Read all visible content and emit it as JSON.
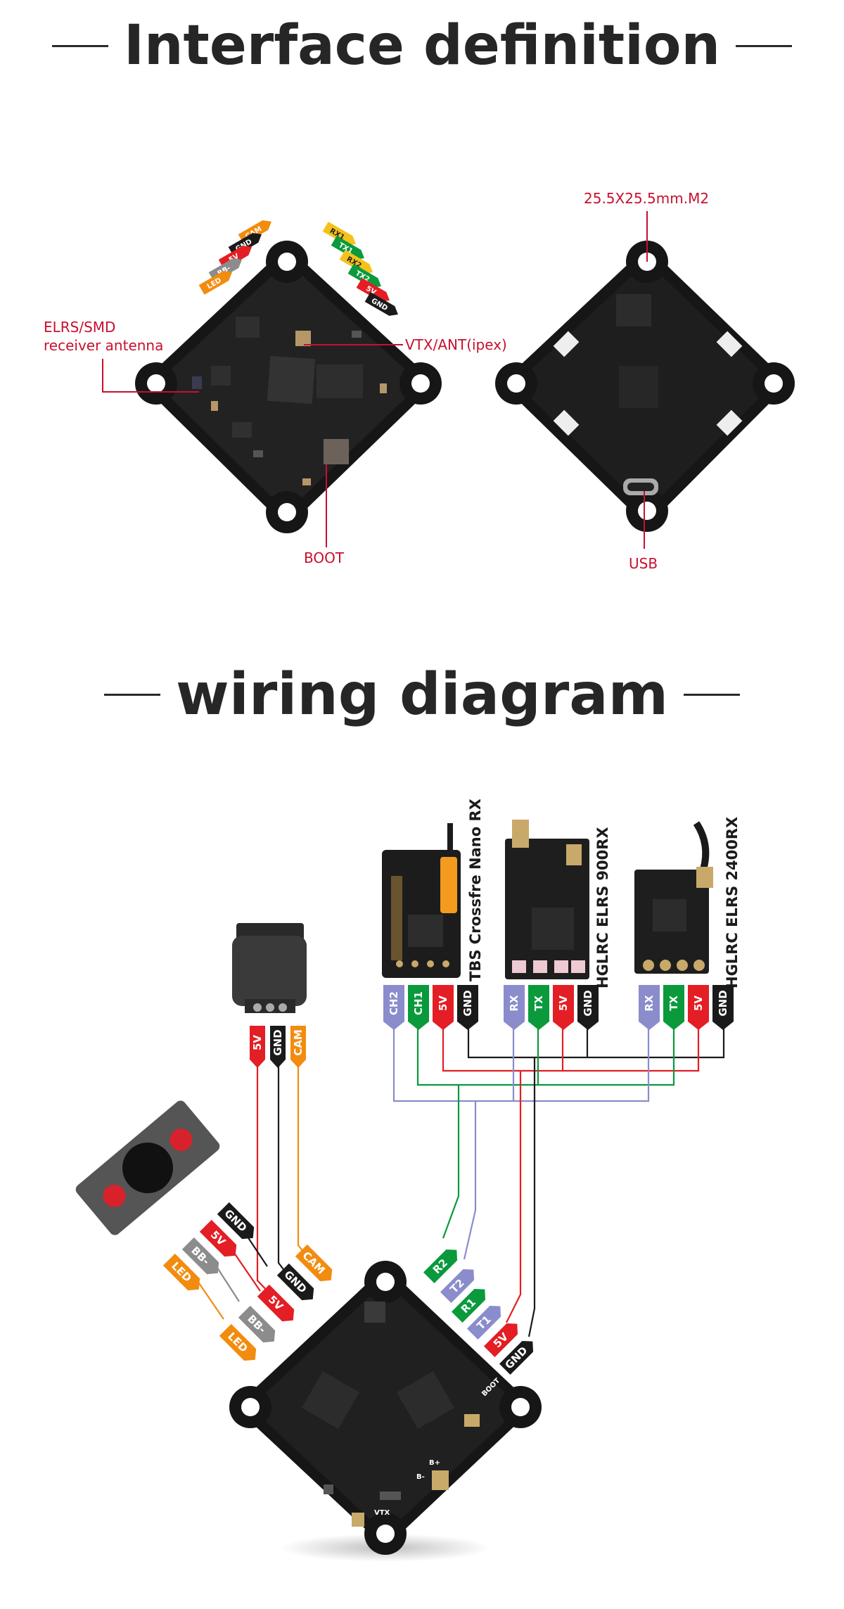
{
  "titles": {
    "interface": "Interface definition",
    "wiring": "wiring diagram"
  },
  "interface_labels": {
    "elrs_line1": "ELRS/SMD",
    "elrs_line2": "receiver antenna",
    "vtx_ant": "VTX/ANT(ipex)",
    "boot": "BOOT",
    "mount": "25.5X25.5mm.M2",
    "usb": "USB"
  },
  "board_front_tags_left": [
    "CAM",
    "GND",
    "5V",
    "BB-",
    "LED"
  ],
  "board_front_tags_right": [
    "RX1",
    "TX1",
    "RX2",
    "TX2",
    "5V",
    "GND"
  ],
  "receivers": {
    "tbs": "TBS Crossfre Nano RX",
    "elrs900": "HGLRC ELRS  900RX",
    "elrs2400": "HGLRC ELRS  2400RX"
  },
  "rx_pins": {
    "tbs": [
      "CH2",
      "CH1",
      "5V",
      "GND"
    ],
    "elrs900": [
      "RX",
      "TX",
      "5V",
      "GND"
    ],
    "elrs2400": [
      "RX",
      "TX",
      "5V",
      "GND"
    ]
  },
  "camera_pins": [
    "5V",
    "GND",
    "CAM"
  ],
  "fc_cam_tags": [
    "GND",
    "5V",
    "BB-",
    "LED",
    "5V",
    "GND",
    "CAM",
    "BB-",
    "LED"
  ],
  "fc_uart_tags": [
    "R2",
    "T2",
    "R1",
    "T1",
    "5V",
    "GND"
  ],
  "board_silk": {
    "boot": "BOOT",
    "vtx": "VTX",
    "bplus": "B+",
    "bminus": "B-"
  },
  "colors": {
    "red_label": "#c8102e",
    "wire_red": "#e31e24",
    "wire_black": "#1a1a1a",
    "wire_green": "#0a9a3c",
    "wire_blue": "#8a8ccc",
    "wire_orange": "#f28c0f",
    "wire_gray": "#8c8c8c",
    "wire_yellow": "#f4c21a"
  }
}
